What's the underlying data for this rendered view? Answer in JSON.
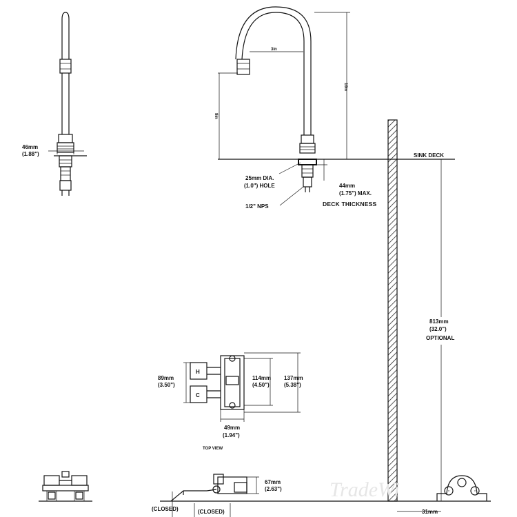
{
  "side_view": {
    "dim_width": "46mm",
    "dim_width_in": "(1.88\")"
  },
  "front_view": {
    "dim_top": "3in",
    "dim_left": "9in",
    "dim_right": "10in",
    "dim_hole": "25mm DIA.",
    "dim_hole_in": "(1.0\") HOLE",
    "dim_deck": "44mm",
    "dim_deck_in": "(1.75\") MAX.",
    "deck_thickness": "DECK THICKNESS",
    "nps": "1/2\" NPS",
    "sink_deck": "SINK DECK"
  },
  "wall_view": {
    "dim_height": "813mm",
    "dim_height_in": "(32.0\")",
    "optional": "OPTIONAL",
    "dim_offset": "31mm"
  },
  "top_view": {
    "caption": "TOP VIEW",
    "dim_89": "89mm",
    "dim_89_in": "(3.50\")",
    "dim_114": "114mm",
    "dim_114_in": "(4.50\")",
    "dim_137": "137mm",
    "dim_137_in": "(5.38\")",
    "dim_49": "49mm",
    "dim_49_in": "(1.94\")",
    "pedal_h": "H",
    "pedal_c": "C"
  },
  "pedal_view": {
    "dim_67": "67mm",
    "dim_67_in": "(2.63\")",
    "closed_left": "(CLOSED)",
    "closed_right": "(CLOSED)"
  },
  "watermark": "TradeWi"
}
